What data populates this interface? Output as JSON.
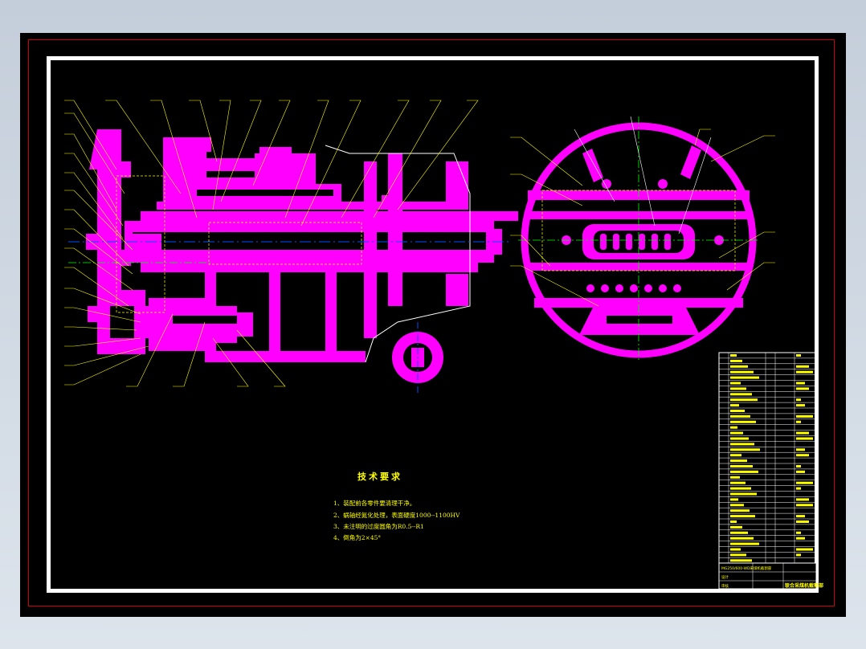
{
  "tech_requirements": {
    "title": "技术要求",
    "items": [
      "1、装配前各零件要清理干净。",
      "2、蜗轴经氮化处理，表面硬度1000--1100HV",
      "3、未注明的过度圆角为R0.5--R1",
      "4、倒角为2×45°"
    ]
  },
  "title_block": {
    "drawing_name": "联合采煤机截割部",
    "line1": "MG250/600-WD采煤机截割部",
    "line2": "设计",
    "line3": "审核"
  },
  "colors": {
    "part": "#ff00ff",
    "leader": "#ffff00",
    "centerline": "#0050ff",
    "aux": "#00ff00",
    "frame_red": "#d00000",
    "frame_white": "#ffffff"
  }
}
